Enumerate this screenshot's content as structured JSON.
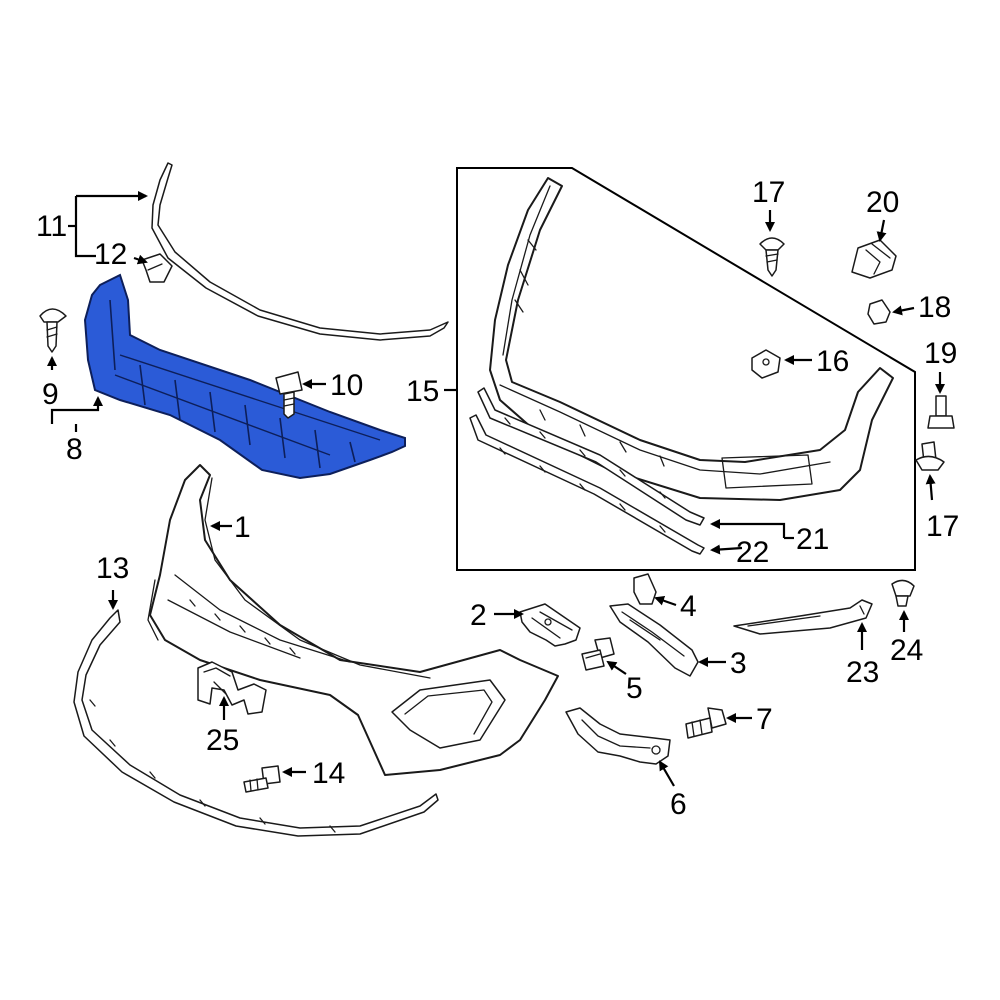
{
  "highlight_color": "#2b5bd7",
  "callouts": {
    "c1": "1",
    "c2": "2",
    "c3": "3",
    "c4": "4",
    "c5": "5",
    "c6": "6",
    "c7": "7",
    "c8": "8",
    "c9": "9",
    "c10": "10",
    "c11": "11",
    "c12": "12",
    "c13": "13",
    "c14": "14",
    "c15": "15",
    "c16": "16",
    "c17a": "17",
    "c17b": "17",
    "c18": "18",
    "c19": "19",
    "c20": "20",
    "c21": "21",
    "c22": "22",
    "c23": "23",
    "c24": "24",
    "c25": "25"
  }
}
